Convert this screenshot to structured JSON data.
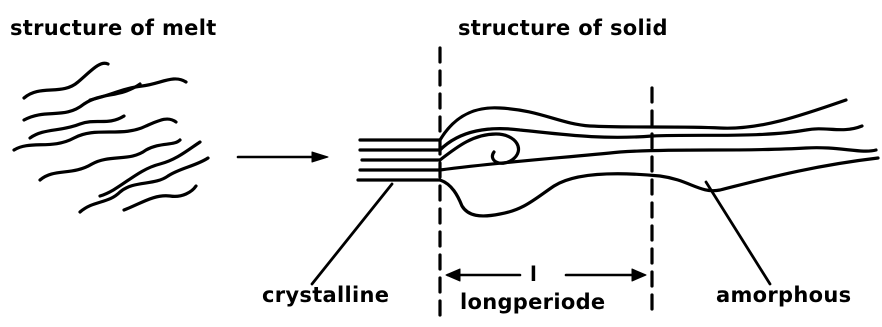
{
  "labels": {
    "melt": "structure of melt",
    "solid": "structure of solid",
    "crystalline": "crystalline",
    "long_period_symbol": "l",
    "long_period": "longperiode",
    "amorphous": "amorphous"
  },
  "colors": {
    "ink": "#000000",
    "background": "#ffffff"
  }
}
